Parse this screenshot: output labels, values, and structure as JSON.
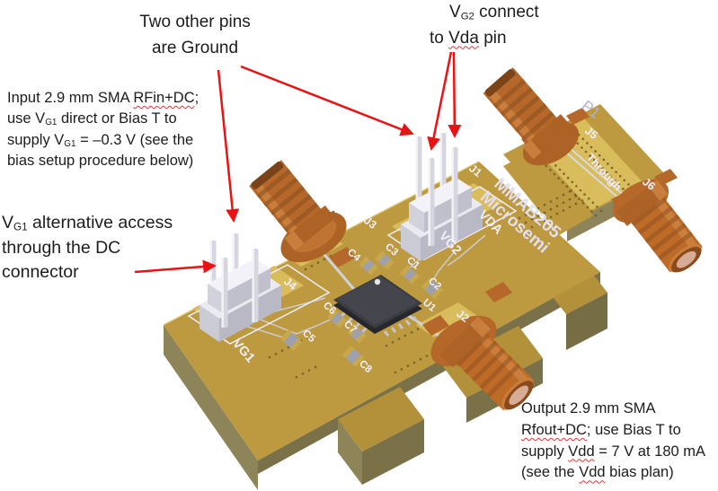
{
  "colors": {
    "arrow_red": "#e81313",
    "board_gold": "#bd9a3f",
    "board_gold_light": "#d9bc5c",
    "board_side": "#8d8459",
    "copper": "#bf6b28",
    "copper_dark": "#8a4a1c",
    "silkscreen_white": "#f1eefb",
    "label_lavender": "#b4b0d4",
    "chip_dark": "#3b3b42"
  },
  "annotations": {
    "ground_note": {
      "l1": "Two other pins",
      "l2": "are Ground"
    },
    "vg2_note": {
      "l1a": "V",
      "l1sub": "G2",
      "l1b": " connect",
      "l2a": "to ",
      "l2b": "Vda",
      "l2c": " pin"
    },
    "input_note": {
      "l1a": "Input 2.9 mm SMA ",
      "l1b": "RFin+DC",
      "l1c": ";",
      "l2a": "use V",
      "l2sub": "G1",
      "l2b": " direct or Bias T to",
      "l3a": "supply V",
      "l3sub": "G1",
      "l3b": " = –0.3 V (see the",
      "l4": "bias setup procedure below)"
    },
    "vg1_note": {
      "l1a": "V",
      "l1sub": "G1",
      "l1b": " alternative access",
      "l2": "through the DC",
      "l3": "connector"
    },
    "output_note": {
      "l1": "Output 2.9 mm SMA",
      "l2a": "Rfout+DC",
      "l2b": ";  use Bias T to",
      "l3a": "supply ",
      "l3b": "Vdd",
      "l3c": " = 7 V at 180 mA",
      "l4a": "(see the ",
      "l4b": "Vdd",
      "l4c": " bias plan)"
    }
  },
  "board": {
    "brand_line1": "MMAB205",
    "brand_line2": "Microsemi",
    "through_label": "Through",
    "port_label": "P1",
    "connectors": {
      "j1": "J1",
      "j2": "J2",
      "j3": "J3",
      "j4": "J4",
      "j5": "J5",
      "j6": "J6"
    },
    "headers": {
      "vg1": "VG1",
      "vg2": "VG2",
      "vda": "VDA"
    },
    "chip": "U1",
    "capacitors": [
      "C1",
      "C2",
      "C3",
      "C4",
      "C5",
      "C6",
      "C7",
      "C8"
    ]
  }
}
